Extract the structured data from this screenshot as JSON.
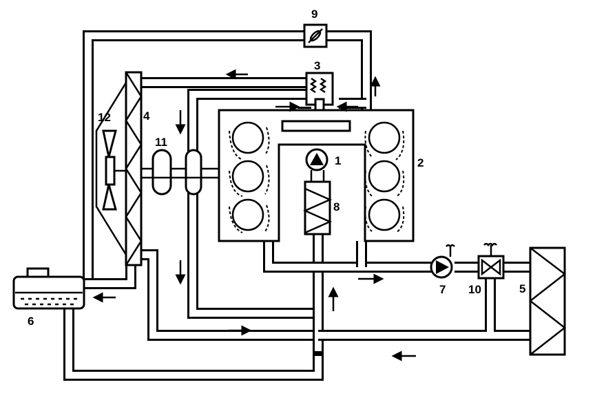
{
  "diagram": {
    "labels": {
      "l1": "1",
      "l2": "2",
      "l3": "3",
      "l4": "4",
      "l5": "5",
      "l6": "6",
      "l7": "7",
      "l8": "8",
      "l9": "9",
      "l10": "10",
      "l11": "11",
      "l12": "12"
    },
    "colors": {
      "line": "#000000",
      "background": "#ffffff",
      "coolant": "#000000"
    }
  }
}
